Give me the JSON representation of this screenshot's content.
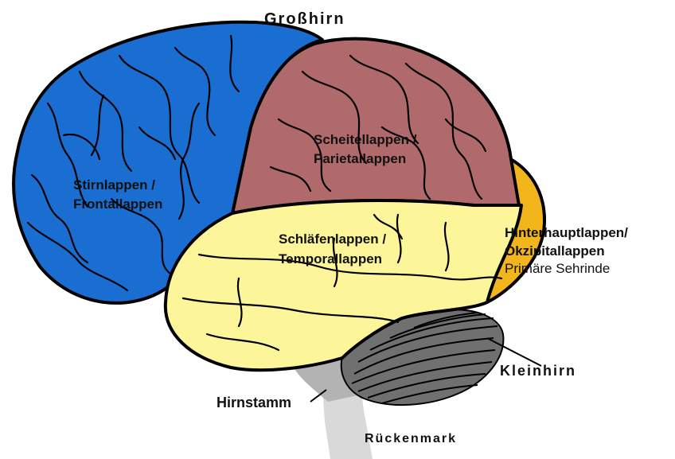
{
  "title": "Großhirn",
  "lobes": {
    "frontal": {
      "line1": "Stirnlappen /",
      "line2": "Frontallappen",
      "color": "#1a6ed2"
    },
    "parietal": {
      "line1": "Scheitellappen /",
      "line2": "Parietallappen",
      "color": "#b06a6c"
    },
    "temporal": {
      "line1": "Schläfenlappen /",
      "line2": "Temporallappen",
      "color": "#fdf59a"
    },
    "occipital": {
      "line1": "Hinterhauptlappen/",
      "line2": "Okzipitallappen",
      "line3": "Primäre Sehrinde",
      "color": "#f3b51c"
    }
  },
  "structures": {
    "cerebellum": "Kleinhirn",
    "brainstem": "Hirnstamm",
    "spinal_cord": "Rückenmark",
    "cerebellum_color": "#707070",
    "brainstem_color": "#b3b3b3",
    "spinal_cord_color": "#d9d9d9"
  }
}
